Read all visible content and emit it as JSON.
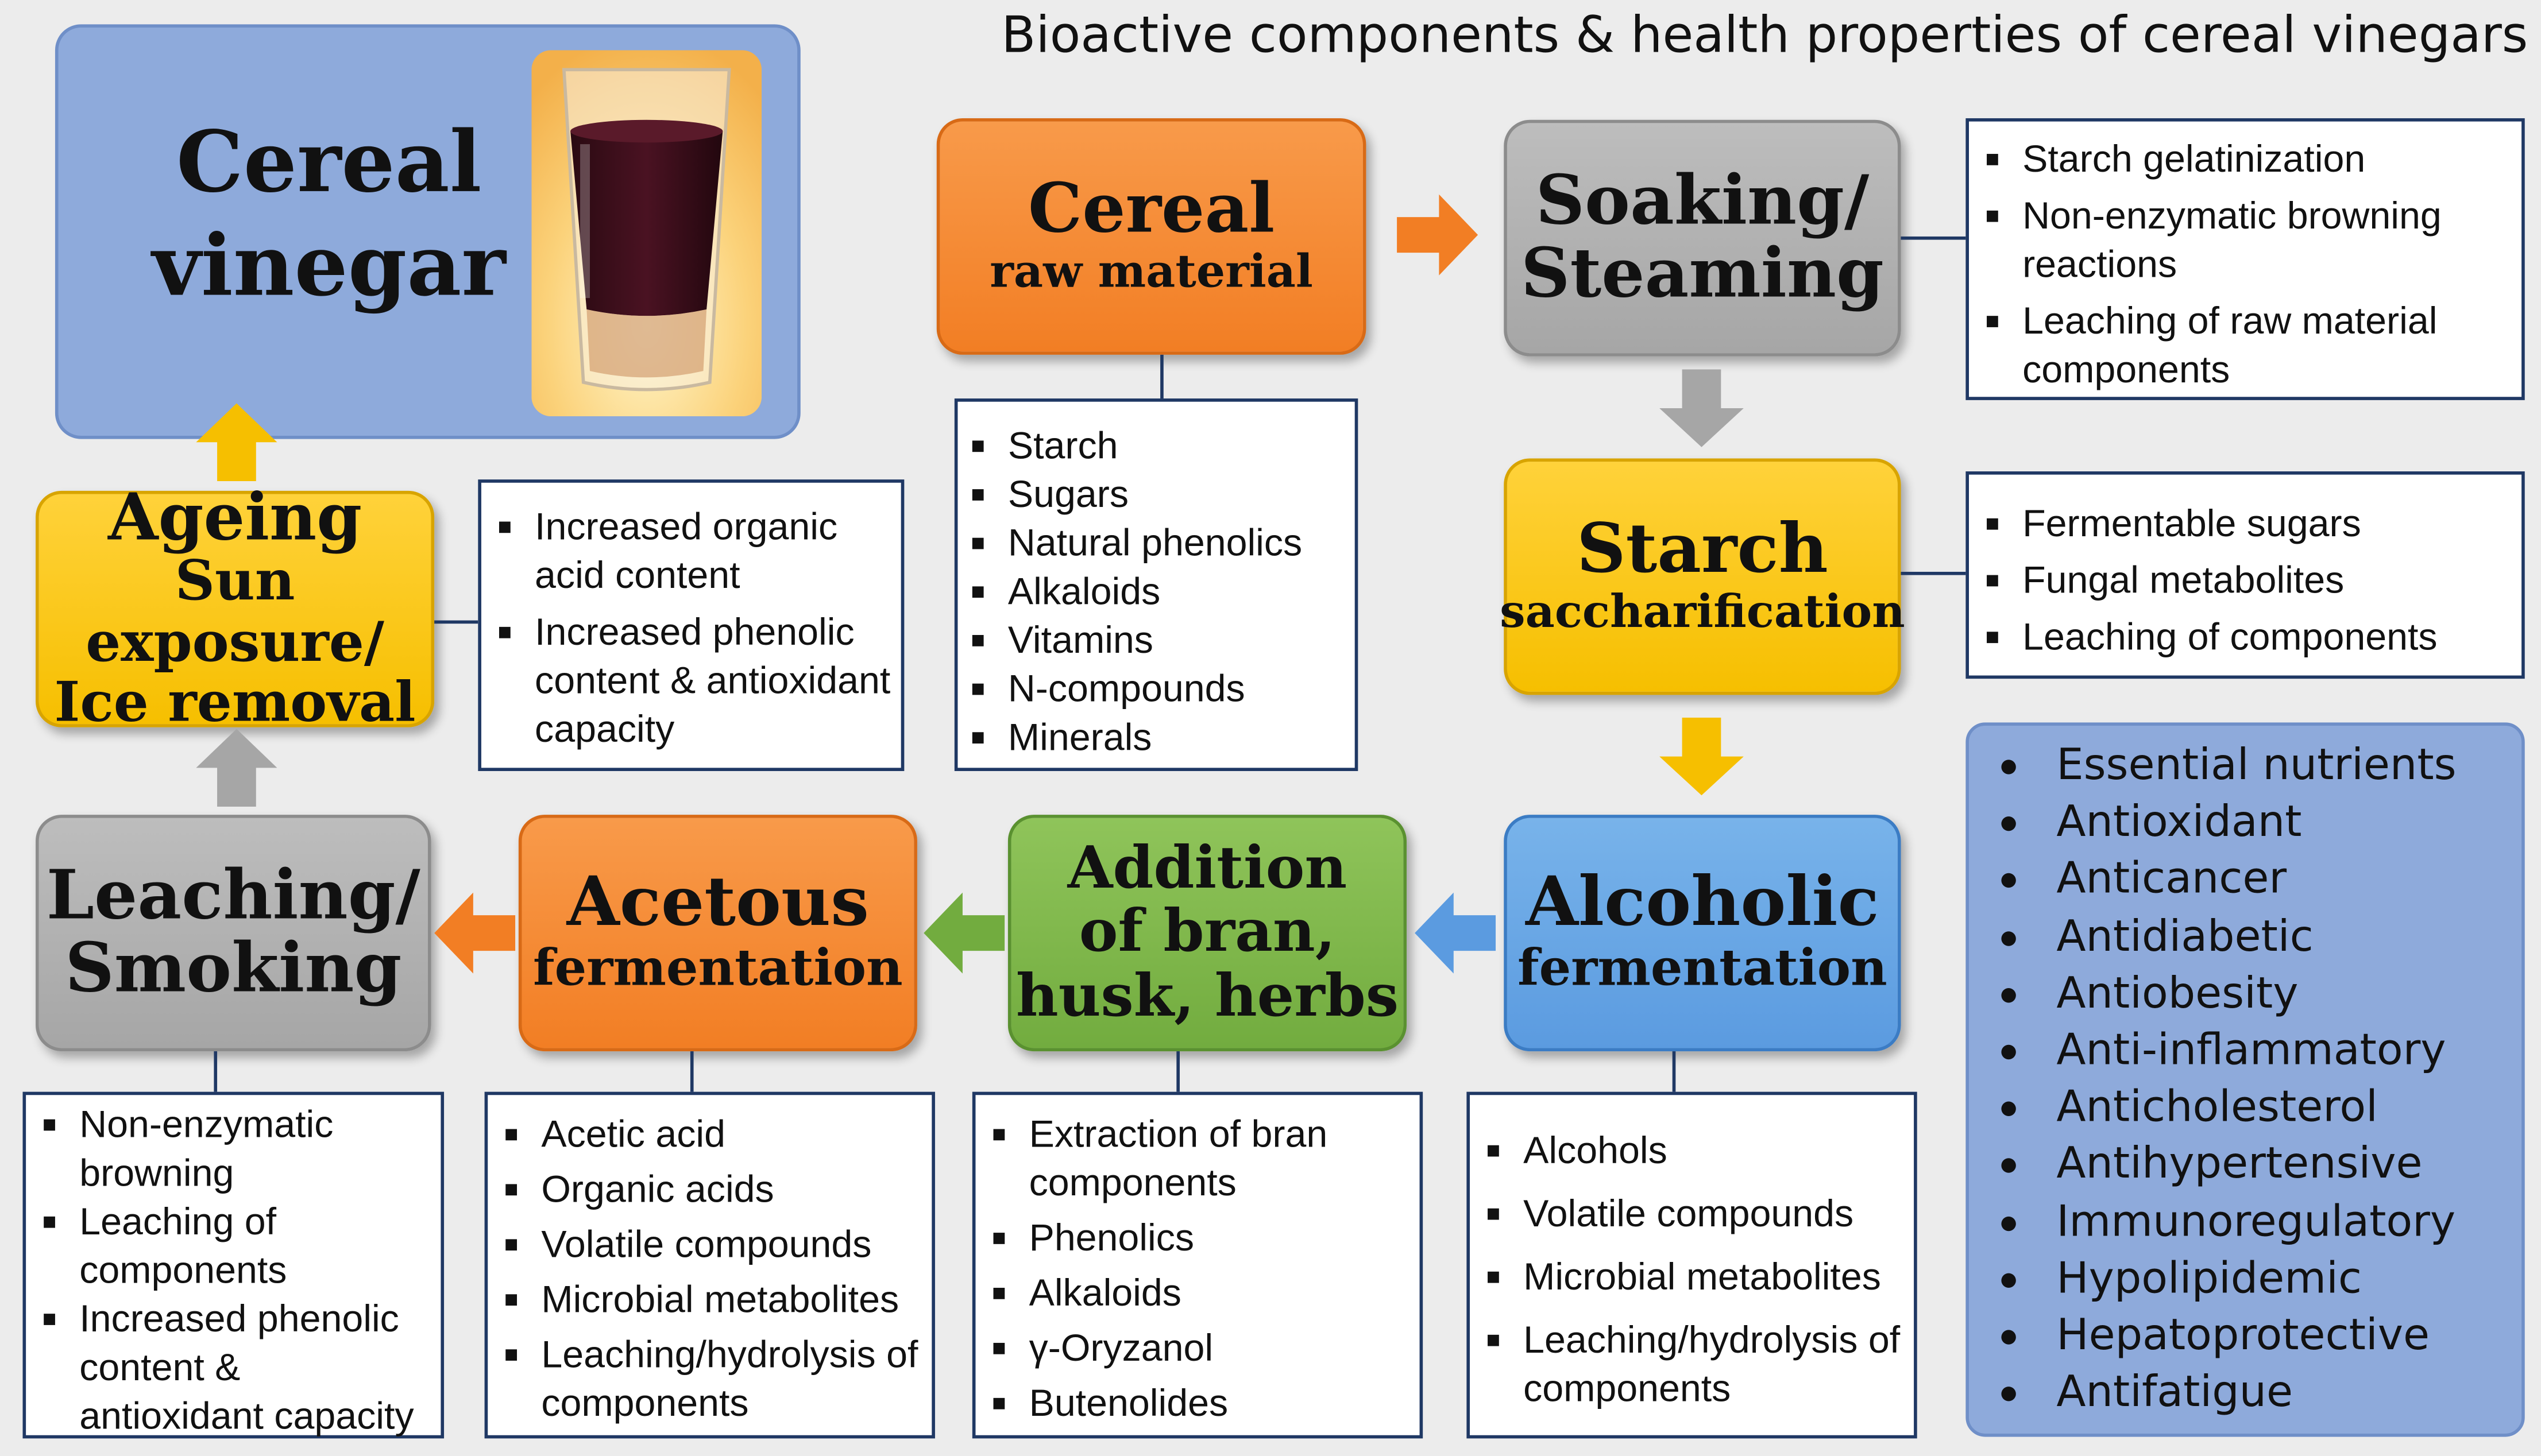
{
  "title": "Bioactive components & health properties of cereal vinegars",
  "colors": {
    "orange": "#f27e24",
    "gray": "#a6a6a6",
    "yellow": "#f6bf00",
    "blue": "#5b9be0",
    "green": "#72ac3f",
    "lilac": "#8eaadb",
    "navy": "#1f3864"
  },
  "product": {
    "line1": "Cereal",
    "line2": "vinegar",
    "image": "glass-of-dark-vinegar"
  },
  "steps": {
    "cereal": {
      "line1": "Cereal",
      "line2": "raw material"
    },
    "soaking": {
      "line1": "Soaking/",
      "line2": "Steaming"
    },
    "starch": {
      "line1": "Starch",
      "line2": "saccharification"
    },
    "alcoholic": {
      "line1": "Alcoholic",
      "line2": "fermentation"
    },
    "addition": {
      "line1": "Addition",
      "line2": "of bran,",
      "line3": "husk, herbs"
    },
    "acetous": {
      "line1": "Acetous",
      "line2": "fermentation"
    },
    "leaching": {
      "line1": "Leaching/",
      "line2": "Smoking"
    },
    "ageing": {
      "line1": "Ageing",
      "line2": "Sun exposure/",
      "line3": "Ice removal"
    }
  },
  "components": {
    "raw": [
      "Starch",
      "Sugars",
      "Natural phenolics",
      "Alkaloids",
      "Vitamins",
      "N-compounds",
      "Minerals"
    ],
    "soaking": [
      "Starch gelatinization",
      "Non-enzymatic browning reactions",
      "Leaching of raw material components"
    ],
    "starch": [
      "Fermentable sugars",
      "Fungal metabolites",
      "Leaching of components"
    ],
    "alcoholic": [
      "Alcohols",
      "Volatile compounds",
      "Microbial metabolites",
      "Leaching/hydrolysis of components"
    ],
    "addition": [
      "Extraction of bran components",
      "Phenolics",
      "Alkaloids",
      "γ-Oryzanol",
      "Butenolides"
    ],
    "acetous": [
      "Acetic acid",
      "Organic acids",
      "Volatile compounds",
      "Microbial metabolites",
      "Leaching/hydrolysis of components"
    ],
    "leaching": [
      "Non-enzymatic browning",
      "Leaching of components",
      "Increased phenolic content & antioxidant capacity"
    ],
    "ageing": [
      "Increased organic acid content",
      "Increased phenolic content & antioxidant capacity"
    ]
  },
  "health": [
    "Essential nutrients",
    "Antioxidant",
    "Anticancer",
    "Antidiabetic",
    "Antiobesity",
    "Anti-inflammatory",
    "Anticholesterol",
    "Antihypertensive",
    "Immunoregulatory",
    "Hypolipidemic",
    "Hepatoprotective",
    "Antifatigue"
  ]
}
